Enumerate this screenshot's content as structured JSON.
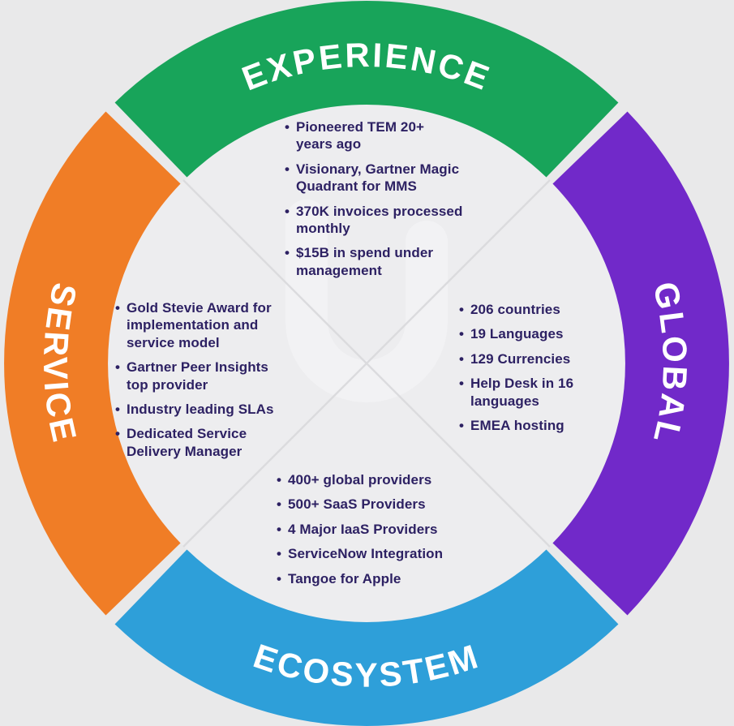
{
  "colors": {
    "background": "#E9E9EA",
    "inner_circle": "#EDEDEF",
    "divider": "#DBDBDE",
    "watermark": "#F2F2F4",
    "ring_label_text": "#FFFFFF",
    "item_text": "#2D2163",
    "experience_green": "#18A45A",
    "global_purple": "#7129C9",
    "ecosystem_blue": "#2E9FD9",
    "service_orange": "#F07D26"
  },
  "icons": {
    "watermark": "tangoe-u-logo-watermark"
  },
  "quadrants": {
    "experience": {
      "label": "EXPERIENCE",
      "items": [
        "Pioneered TEM 20+\nyears ago",
        "Visionary, Gartner Magic\nQuadrant for MMS",
        "370K invoices processed\nmonthly",
        "$15B in spend under\nmanagement"
      ]
    },
    "global": {
      "label": "GLOBAL",
      "items": [
        "206 countries",
        "19 Languages",
        "129 Currencies",
        "Help Desk in 16\nlanguages",
        "EMEA hosting"
      ]
    },
    "ecosystem": {
      "label": "ECOSYSTEM",
      "items": [
        "400+  global providers",
        "500+ SaaS Providers",
        "4 Major IaaS Providers",
        "ServiceNow Integration",
        "Tangoe for Apple"
      ]
    },
    "service": {
      "label": "SERVICE",
      "items": [
        "Gold Stevie Award for\nimplementation and\nservice model",
        "Gartner Peer Insights\ntop provider",
        "Industry leading SLAs",
        "Dedicated Service\nDelivery Manager"
      ]
    }
  }
}
